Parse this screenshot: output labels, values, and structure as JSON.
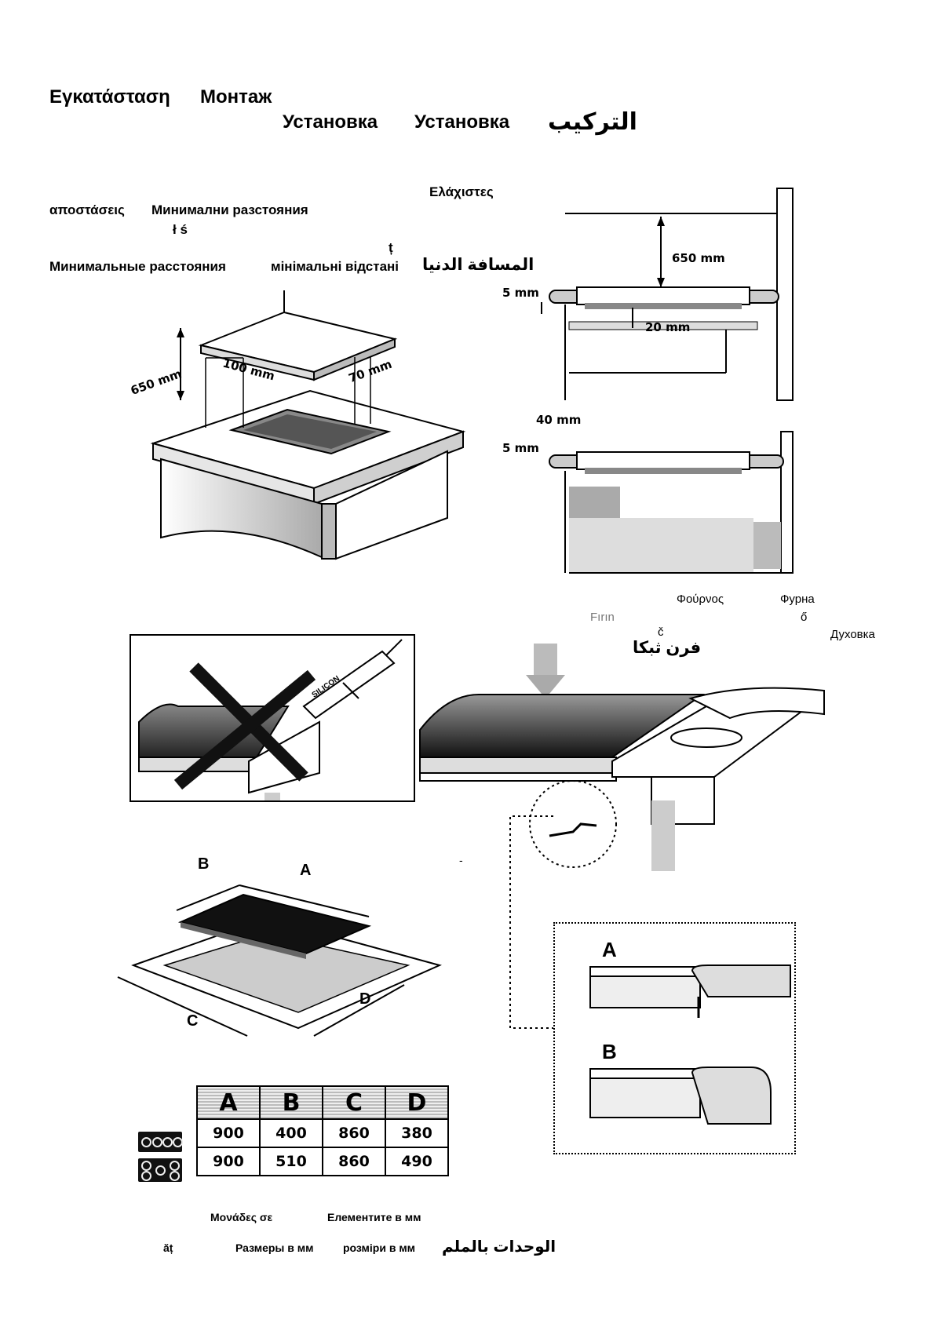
{
  "headings": {
    "line1": [
      "Εγκατάσταση",
      "Монтаж"
    ],
    "line2": [
      "Установка",
      "Установка",
      "التركيب"
    ]
  },
  "min_distances": {
    "el": "Ελάχιστες",
    "line2": [
      "αποστάσεις",
      "Минимални разстояния"
    ],
    "frag1": "ł ś",
    "frag2": "ț",
    "line4": [
      "Минимальные расстояния",
      "мінімальні відстані",
      "المسافة الدنيا"
    ]
  },
  "dimensions": {
    "top_650": "650 mm",
    "side_5a": "5 mm",
    "side_20": "20 mm",
    "side_40": "40 mm",
    "side_5b": "5 mm",
    "iso_650": "650 mm",
    "iso_100": "100 mm",
    "iso_70": "70 mm"
  },
  "oven": {
    "el": "Φούρνος",
    "bg": "Фурна",
    "tr": "Fırın",
    "hu": "ő",
    "cz": "č",
    "ru": "Духовка",
    "ar": "فرن ثبكا"
  },
  "silicone_label": "SILICON",
  "hob_letters": {
    "a": "A",
    "b": "B",
    "c": "C",
    "d": "D"
  },
  "detail_letters": {
    "a": "A",
    "b": "B"
  },
  "dash": "-",
  "table": {
    "headers": [
      "A",
      "B",
      "C",
      "D"
    ],
    "rows": [
      [
        "900",
        "400",
        "860",
        "380"
      ],
      [
        "900",
        "510",
        "860",
        "490"
      ]
    ]
  },
  "units": {
    "el": "Μονάδες σε",
    "bg": "Елементите в мм",
    "ro": "ăț",
    "ru": "Размеры в мм",
    "uk": "розміри в мм",
    "ar": "الوحدات بالملم"
  }
}
